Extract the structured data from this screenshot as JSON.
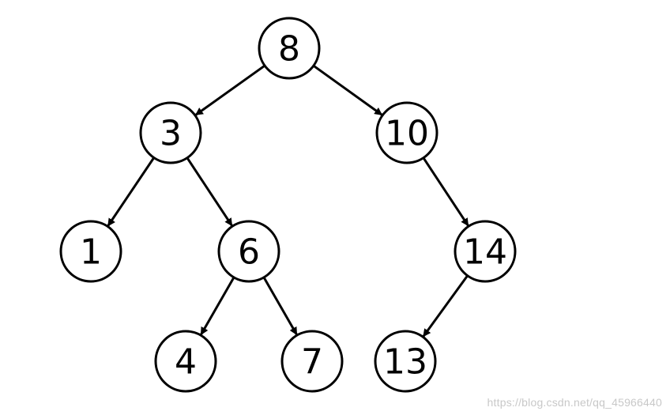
{
  "tree": {
    "nodes": [
      {
        "id": "n8",
        "label": "8"
      },
      {
        "id": "n3",
        "label": "3"
      },
      {
        "id": "n10",
        "label": "10"
      },
      {
        "id": "n1",
        "label": "1"
      },
      {
        "id": "n6",
        "label": "6"
      },
      {
        "id": "n14",
        "label": "14"
      },
      {
        "id": "n4",
        "label": "4"
      },
      {
        "id": "n7",
        "label": "7"
      },
      {
        "id": "n13",
        "label": "13"
      }
    ],
    "edges": [
      {
        "from": "n8",
        "to": "n3"
      },
      {
        "from": "n8",
        "to": "n10"
      },
      {
        "from": "n3",
        "to": "n1"
      },
      {
        "from": "n3",
        "to": "n6"
      },
      {
        "from": "n10",
        "to": "n14"
      },
      {
        "from": "n6",
        "to": "n4"
      },
      {
        "from": "n6",
        "to": "n7"
      },
      {
        "from": "n14",
        "to": "n13"
      }
    ]
  },
  "watermark": "https://blog.csdn.net/qq_45966440"
}
